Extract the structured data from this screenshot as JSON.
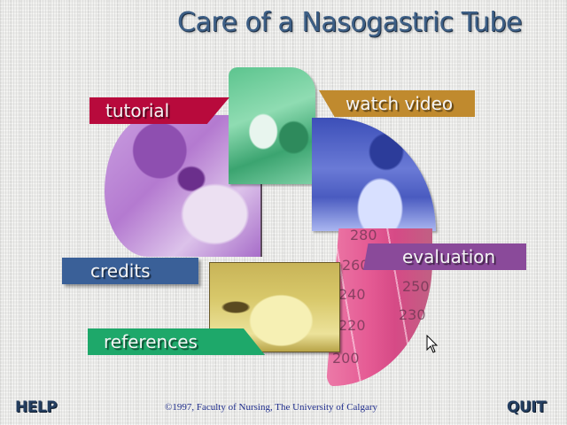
{
  "window": {
    "title": "Care of a Nasogastric Tube"
  },
  "menu": {
    "items": [
      {
        "id": "tutorial",
        "label": "tutorial",
        "color": "#b80a3c"
      },
      {
        "id": "watch-video",
        "label": "watch video",
        "color": "#c08a2e"
      },
      {
        "id": "credits",
        "label": "credits",
        "color": "#3a6098"
      },
      {
        "id": "evaluation",
        "label": "evaluation",
        "color": "#8a4a9a"
      },
      {
        "id": "references",
        "label": "references",
        "color": "#1ea86a"
      }
    ]
  },
  "collage": {
    "photos": [
      {
        "id": "nurse-bedside",
        "tint": "purple"
      },
      {
        "id": "clinician-standing",
        "tint": "green"
      },
      {
        "id": "infant-incubator",
        "tint": "blue"
      },
      {
        "id": "tube-scale",
        "tint": "pink"
      },
      {
        "id": "patient-bed",
        "tint": "yellow"
      }
    ],
    "scale_labels": [
      "280",
      "260",
      "240",
      "220",
      "200",
      "250",
      "230"
    ]
  },
  "footer": {
    "help_label": "HELP",
    "quit_label": "QUIT",
    "copyright": "©1997, Faculty of Nursing, The University of Calgary"
  }
}
